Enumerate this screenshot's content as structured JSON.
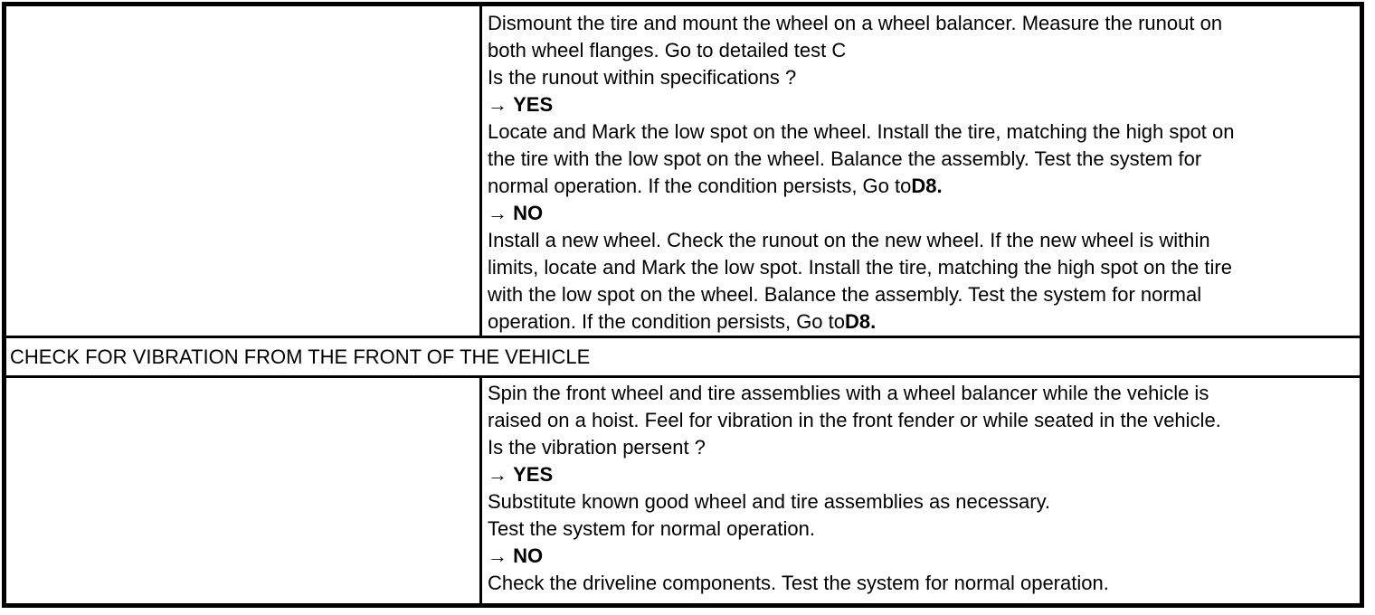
{
  "table": {
    "sections": [
      {
        "type": "procedure-row",
        "left_cell": "",
        "lines": [
          [
            {
              "text": "Dismount the tire and mount the wheel on a wheel balancer. Measure the runout on",
              "bold": false
            }
          ],
          [
            {
              "text": "both wheel flanges. Go to detailed test C",
              "bold": false
            }
          ],
          [
            {
              "text": "Is the runout within specifications ?",
              "bold": false
            }
          ],
          [
            {
              "text": "→ ",
              "bold": false
            },
            {
              "text": "YES",
              "bold": true
            }
          ],
          [
            {
              "text": "Locate and Mark the low spot on the wheel. Install the tire, matching the high spot on",
              "bold": false
            }
          ],
          [
            {
              "text": "the tire with the low spot on the wheel. Balance the assembly. Test the system for",
              "bold": false
            }
          ],
          [
            {
              "text": "normal operation. If the condition persists, Go to",
              "bold": false
            },
            {
              "text": "D8.",
              "bold": true
            }
          ],
          [
            {
              "text": "→ ",
              "bold": false
            },
            {
              "text": "NO",
              "bold": true
            }
          ],
          [
            {
              "text": "Install a new wheel. Check the runout on the new wheel. If the new wheel is within",
              "bold": false
            }
          ],
          [
            {
              "text": "limits, locate and Mark the low spot. Install the tire, matching the high spot on the tire",
              "bold": false
            }
          ],
          [
            {
              "text": "with the low spot on the wheel. Balance the assembly. Test the system for normal",
              "bold": false
            }
          ],
          [
            {
              "text": "operation. If the condition persists, Go to",
              "bold": false
            },
            {
              "text": "D8.",
              "bold": true
            }
          ]
        ]
      },
      {
        "type": "section-header",
        "title": "CHECK FOR VIBRATION FROM THE FRONT OF THE VEHICLE"
      },
      {
        "type": "procedure-row",
        "left_cell": "",
        "lines": [
          [
            {
              "text": "Spin the front wheel and tire assemblies with a wheel balancer while the vehicle is",
              "bold": false
            }
          ],
          [
            {
              "text": "raised on a hoist. Feel for vibration in the front fender or while seated in the vehicle.",
              "bold": false
            }
          ],
          [
            {
              "text": "Is the vibration persent ?",
              "bold": false
            }
          ],
          [
            {
              "text": "→ ",
              "bold": false
            },
            {
              "text": "YES",
              "bold": true
            }
          ],
          [
            {
              "text": "Substitute known good wheel and tire assemblies as necessary.",
              "bold": false
            }
          ],
          [
            {
              "text": "Test the system for normal operation.",
              "bold": false
            }
          ],
          [
            {
              "text": "→ ",
              "bold": false
            },
            {
              "text": "NO",
              "bold": true
            }
          ],
          [
            {
              "text": "Check the driveline components. Test the system for normal operation.",
              "bold": false
            }
          ]
        ]
      }
    ]
  }
}
